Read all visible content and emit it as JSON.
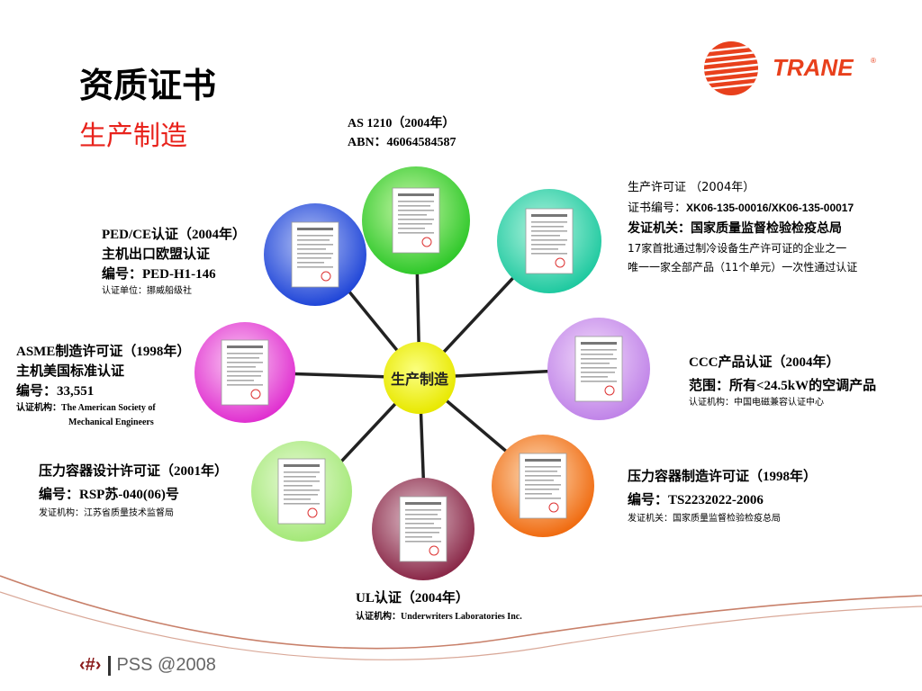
{
  "header": {
    "title": "资质证书",
    "subtitle": "生产制造"
  },
  "logo": {
    "text": "TRANE",
    "color": "#e8401c"
  },
  "hub": {
    "label": "生产制造",
    "color": "#f3f300"
  },
  "colors": {
    "accent": "#e8231c",
    "line": "#222222"
  },
  "certs": {
    "as1210": {
      "line1": "AS 1210（2004年）",
      "line2": "ABN：46064584587"
    },
    "license": {
      "line1": "生产许可证 （2004年）",
      "line2a": "证书编号：",
      "line2b": "XK06-135-00016/XK06-135-00017",
      "line3": "发证机关：国家质量监督检验检疫总局",
      "line4": "17家首批通过制冷设备生产许可证的企业之一",
      "line5": "唯一一家全部产品（11个单元）一次性通过认证"
    },
    "pedce": {
      "line1": "PED/CE认证（2004年）",
      "line2": "主机出口欧盟认证",
      "line3": "编号：PED-H1-146",
      "line4": "认证单位：挪威船级社"
    },
    "asme": {
      "line1": "ASME制造许可证（1998年）",
      "line2": "主机美国标准认证",
      "line3": "编号：33,551",
      "line4": "认证机构：The American Society of",
      "line5": "Mechanical Engineers"
    },
    "ccc": {
      "line1": "CCC产品认证（2004年）",
      "line2": "范围：所有<24.5kW的空调产品",
      "line3": "认证机构：中国电磁兼容认证中心"
    },
    "pv_design": {
      "line1": "压力容器设计许可证（2001年）",
      "line2": "编号：RSP苏-040(06)号",
      "line3": "发证机构：江苏省质量技术监督局"
    },
    "pv_manufacture": {
      "line1": "压力容器制造许可证（1998年）",
      "line2": "编号：TS2232022-2006",
      "line3": "发证机关：国家质量监督检验检疫总局"
    },
    "ul": {
      "line1": "UL认证（2004年）",
      "line2": "认证机构：Underwriters Laboratories Inc."
    }
  },
  "footer": {
    "page": "‹#›",
    "text": "PSS @2008"
  }
}
